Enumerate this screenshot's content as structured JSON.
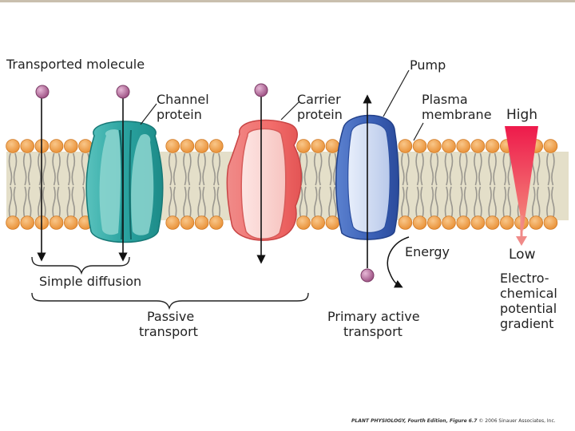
{
  "labels": {
    "transported_molecule": "Transported molecule",
    "channel_protein": [
      "Channel",
      "protein"
    ],
    "carrier_protein": [
      "Carrier",
      "protein"
    ],
    "pump": "Pump",
    "plasma_membrane": [
      "Plasma",
      "membrane"
    ],
    "high": "High",
    "low": "Low",
    "energy": "Energy",
    "simple_diffusion": "Simple diffusion",
    "passive_transport": [
      "Passive",
      "transport"
    ],
    "primary_active_transport": [
      "Primary active",
      "transport"
    ],
    "gradient": [
      "Electro-",
      "chemical",
      "potential",
      "gradient"
    ]
  },
  "credit": {
    "title": "PLANT PHYSIOLOGY, Fourth Edition, Figure 6.7",
    "copyright": "© 2006 Sinauer Associates, Inc."
  },
  "colors": {
    "head": "#f0a651",
    "lipid_band": "#e4dfc9",
    "tail": "#9a978f",
    "channel": "#2aa3a0",
    "carrier": "#f06f6d",
    "pump": "#3a5fb5",
    "gradient": "#ef2f55",
    "molecule": "#b5709a"
  }
}
